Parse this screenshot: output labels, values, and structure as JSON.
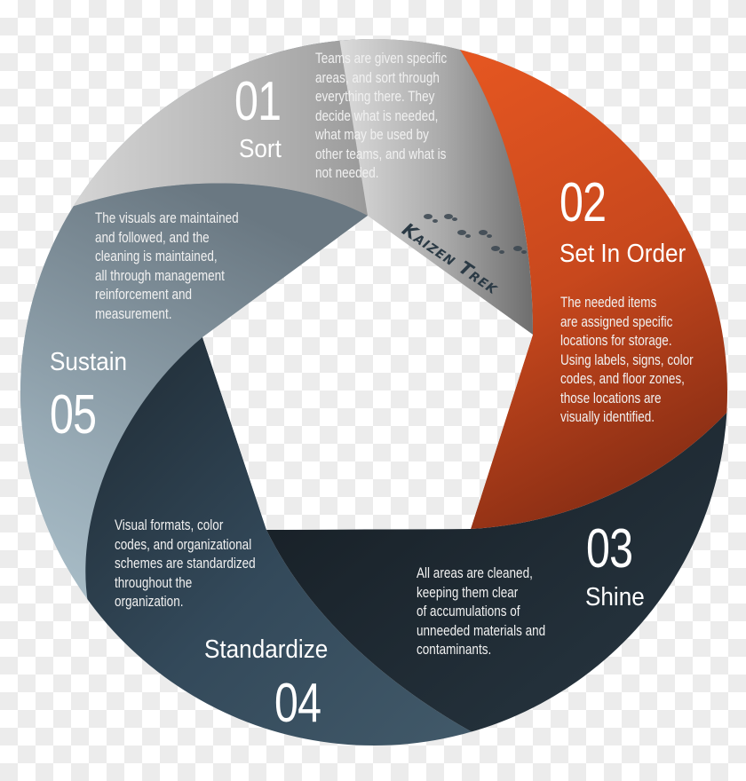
{
  "diagram": {
    "type": "circular-process-aperture",
    "brand": "Kaizen Trek",
    "colors": {
      "sort": "#a6a6a6",
      "set_in_order": "#e05a24",
      "shine": "#253440",
      "standardize": "#3c5261",
      "sustain": "#9fb2bd",
      "background_checker": "#ececec"
    },
    "steps": [
      {
        "number": "01",
        "title": "Sort",
        "description_lines": [
          "Teams are given specific",
          "areas, and sort through",
          "everything there. They",
          "decide what is needed,",
          "what may be used by",
          "other teams, and what is",
          "not needed."
        ]
      },
      {
        "number": "02",
        "title": "Set In Order",
        "description_lines": [
          "The needed items",
          "are assigned specific",
          "locations for storage.",
          "Using labels, signs, color",
          "codes, and floor zones,",
          "those locations are",
          "visually identified."
        ]
      },
      {
        "number": "03",
        "title": "Shine",
        "description_lines": [
          "All areas are cleaned,",
          "keeping them clear",
          "of accumulations of",
          "unneeded materials and",
          "contaminants."
        ]
      },
      {
        "number": "04",
        "title": "Standardize",
        "description_lines": [
          "Visual formats, color",
          "codes, and organizational",
          "schemes are standardized",
          "throughout the",
          "organization."
        ]
      },
      {
        "number": "05",
        "title": "Sustain",
        "description_lines": [
          "The visuals are maintained",
          "and followed, and the",
          "cleaning is maintained,",
          "all through management",
          "reinforcement and",
          "measurement."
        ]
      }
    ],
    "icons": {
      "footprints": "footprints-icon"
    }
  }
}
